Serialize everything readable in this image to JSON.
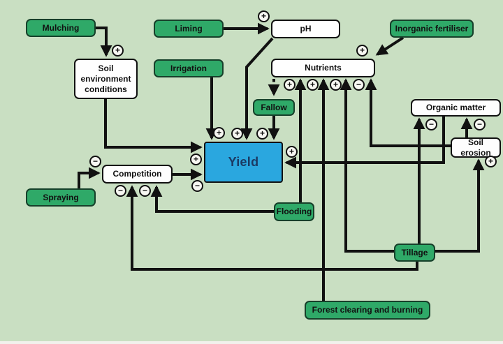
{
  "colors": {
    "background": "#c9dfc2",
    "node_green": "#2fa968",
    "node_white": "#fefefe",
    "node_blue": "#2aa7df",
    "line": "#111111",
    "yield_text": "#1b3a63"
  },
  "nodes": {
    "mulching": {
      "label": "Mulching"
    },
    "liming": {
      "label": "Liming"
    },
    "ph": {
      "label": "pH"
    },
    "inorganic_fertiliser": {
      "label": "Inorganic fertiliser"
    },
    "soil_env": {
      "label": "Soil environment conditions"
    },
    "irrigation": {
      "label": "Irrigation"
    },
    "nutrients": {
      "label": "Nutrients"
    },
    "fallow": {
      "label": "Fallow"
    },
    "organic_matter": {
      "label": "Organic matter"
    },
    "soil_erosion": {
      "label": "Soil erosion"
    },
    "yield": {
      "label": "Yield"
    },
    "competition": {
      "label": "Competition"
    },
    "spraying": {
      "label": "Spraying"
    },
    "flooding": {
      "label": "Flooding"
    },
    "tillage": {
      "label": "Tillage"
    },
    "forest_clearing": {
      "label": "Forest clearing and burning"
    }
  },
  "signs": {
    "mulching_soil_env": "+",
    "liming_ph": "+",
    "inorganic_nutrients": "+",
    "soil_env_yield": "+",
    "irrigation_yield": "+",
    "ph_yield": "+",
    "fallow_yield": "+",
    "flooding_nutrients": "+",
    "forest_nutrients": "+",
    "tillage_nutrients": "+",
    "soil_erosion_nutrients": "−",
    "tillage_organic_matter": "−",
    "soil_erosion_organic_matter": "−",
    "organic_matter_yield": "+",
    "tillage_soil_erosion": "+",
    "spraying_competition": "−",
    "competition_yield": "−",
    "flooding_competition": "−",
    "tillage_competition": "−"
  }
}
